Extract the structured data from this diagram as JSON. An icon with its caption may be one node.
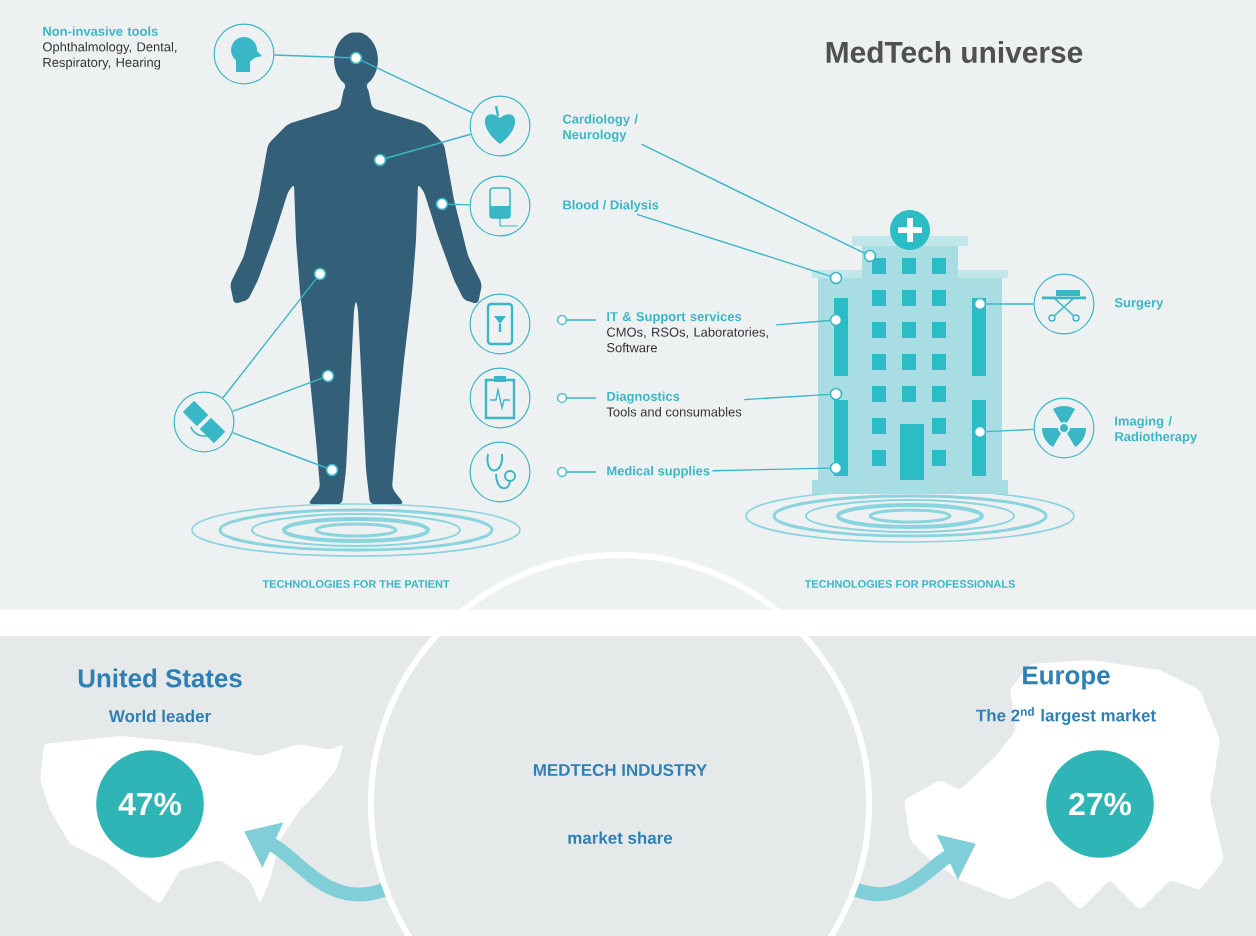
{
  "diagram": {
    "title": "MedTech universe",
    "nodes": [
      {
        "text": [],
        "shape": "person"
      },
      {
        "text": [
          "Non-invasive tools",
          "Ophthalmology, Dental, Respiratory, Hearing"
        ]
      },
      {
        "text": [
          "Cardiology / Neurology"
        ]
      },
      {
        "text": [
          "Blood / Dialysis"
        ]
      },
      {
        "text": [
          "IT & Support services",
          "CMOs, RSOs, Laboratories, Software"
        ]
      },
      {
        "text": [
          "Diagnostics",
          "Tools and consumables"
        ]
      },
      {
        "text": [
          "Medical supplies"
        ]
      },
      {
        "text": [],
        "shape": "circle"
      },
      {
        "text": [],
        "shape": "picture"
      },
      {
        "text": [
          "Surgery"
        ]
      },
      {
        "text": [
          "Imaging / Radiotherapy"
        ]
      },
      {
        "text": [],
        "shape": "circle",
        "in": 0
      },
      {
        "text": [],
        "shape": "circle",
        "in": 0
      },
      {
        "text": [],
        "shape": "circle",
        "in": 0
      },
      {
        "text": [],
        "shape": "circle",
        "in": 0
      },
      {
        "text": [],
        "shape": "circle",
        "in": 0
      },
      {
        "text": [],
        "shape": "circle",
        "in": 0
      },
      {
        "text": [],
        "shape": "circle",
        "in": 8
      },
      {
        "text": [],
        "shape": "circle",
        "in": 8
      },
      {
        "text": [],
        "shape": "circle",
        "in": 8
      },
      {
        "text": [],
        "shape": "circle",
        "in": 8
      },
      {
        "text": [],
        "shape": "circle",
        "in": 8
      },
      {
        "text": [],
        "shape": "circle",
        "in": 8
      },
      {
        "text": [],
        "shape": "circle",
        "in": 8
      },
      {
        "text": [
          "MEDTECH INDUSTRY",
          "market share"
        ]
      },
      {
        "text": [
          "United States",
          "World leader"
        ]
      },
      {
        "text": [
          "47%"
        ],
        "in": 25
      },
      {
        "text": [
          "Europe",
          "The 2$^{nd}$ largest market"
        ]
      },
      {
        "text": [
          "27%"
        ],
        "in": 27
      }
    ],
    "edges": [
      {
        "from": 1,
        "to": 11,
        "arrow": "none"
      },
      {
        "from": 2,
        "to": 11,
        "arrow": "none"
      },
      {
        "from": 2,
        "to": 12,
        "arrow": "none"
      },
      {
        "from": 3,
        "to": 13,
        "arrow": "none"
      },
      {
        "from": 7,
        "to": 14,
        "arrow": "none"
      },
      {
        "from": 7,
        "to": 15,
        "arrow": "none"
      },
      {
        "from": 7,
        "to": 16,
        "arrow": "none"
      },
      {
        "from": 2,
        "to": 17,
        "arrow": "none"
      },
      {
        "from": 3,
        "to": 18,
        "arrow": "none"
      },
      {
        "from": 4,
        "to": 19,
        "arrow": "none"
      },
      {
        "from": 5,
        "to": 20,
        "arrow": "none"
      },
      {
        "from": 6,
        "to": 21,
        "arrow": "none"
      },
      {
        "from": 9,
        "to": 22,
        "arrow": "none"
      },
      {
        "from": 10,
        "to": 23,
        "arrow": "none"
      },
      {
        "from": 24,
        "to": 25,
        "arrow": "to",
        "style": "thick",
        "color": "#80cfd8"
      },
      {
        "from": 24,
        "to": 27,
        "arrow": "to",
        "style": "thick",
        "color": "#80cfd8"
      }
    ],
    "labels": [
      "TECHNOLOGIES FOR THE PATIENT",
      "TECHNOLOGIES FOR PROFESSIONALS"
    ]
  }
}
